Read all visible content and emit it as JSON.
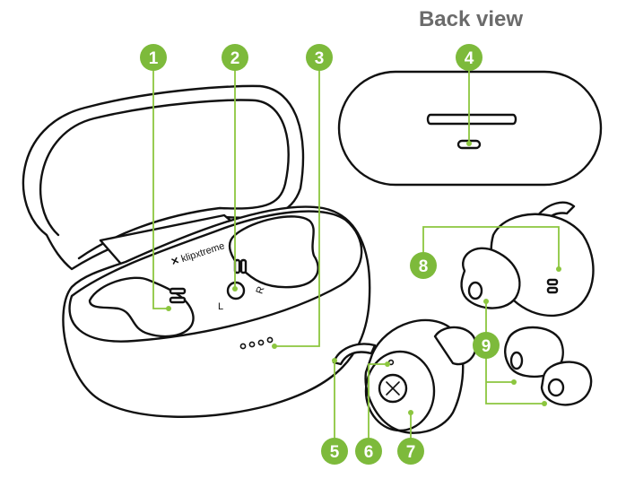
{
  "title": "Back view",
  "brand": "klipxtreme",
  "case_labels": {
    "left": "L",
    "right": "R"
  },
  "callouts": [
    "1",
    "2",
    "3",
    "4",
    "5",
    "6",
    "7",
    "8",
    "9"
  ],
  "colors": {
    "accent": "#7dba3b",
    "title": "#6b6b6b",
    "line": "#111111"
  }
}
